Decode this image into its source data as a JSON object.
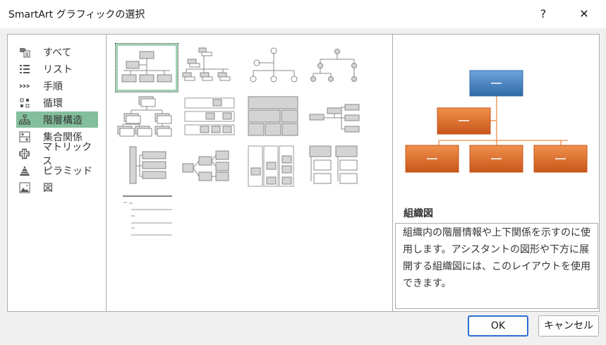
{
  "window": {
    "title": "SmartArt グラフィックの選択",
    "help_label": "?",
    "close_label": "✕"
  },
  "categories": [
    {
      "label": "すべて",
      "icon": "all-icon"
    },
    {
      "label": "リスト",
      "icon": "list-icon"
    },
    {
      "label": "手順",
      "icon": "process-icon"
    },
    {
      "label": "循環",
      "icon": "cycle-icon"
    },
    {
      "label": "階層構造",
      "icon": "hierarchy-icon",
      "selected": true
    },
    {
      "label": "集合関係",
      "icon": "relationship-icon"
    },
    {
      "label": "マトリックス",
      "icon": "matrix-icon"
    },
    {
      "label": "ピラミッド",
      "icon": "pyramid-icon"
    },
    {
      "label": "図",
      "icon": "picture-icon"
    }
  ],
  "preview": {
    "title": "組織図",
    "description": "組織内の階層情報や上下関係を示すのに使用します。アシスタントの図形や下方に展開する組織図には、このレイアウトを使用できます。",
    "colors": {
      "top": "#3f7fc1",
      "child": "#e0702a",
      "line": "#ef8d47"
    }
  },
  "buttons": {
    "ok": "OK",
    "cancel": "キャンセル"
  }
}
